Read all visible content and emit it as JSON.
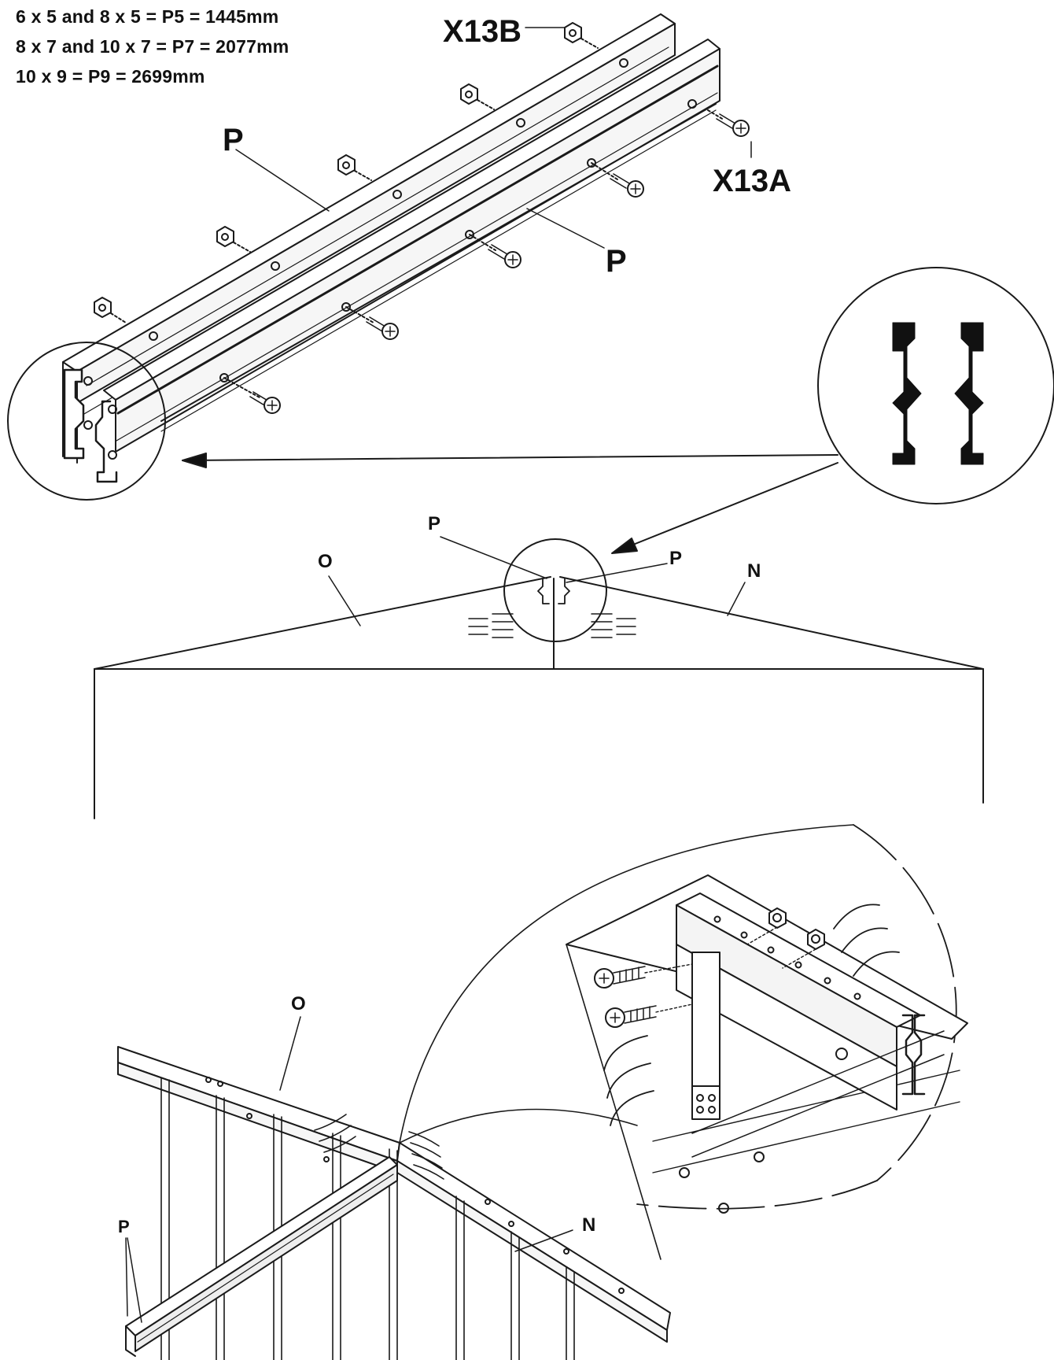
{
  "specs": [
    "6 x 5 and 8 x 5 = P5 = 1445mm",
    "8 x 7 and 10 x 7 = P7 = 2077mm",
    "10 x 9 = P9 = 2699mm"
  ],
  "labels": {
    "x13b": "X13B",
    "x13a": "X13A",
    "p": "P",
    "o": "O",
    "n": "N"
  }
}
